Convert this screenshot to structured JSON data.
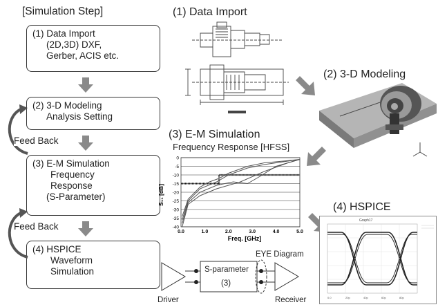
{
  "flow": {
    "header": "[Simulation Step]",
    "steps": [
      {
        "lines": [
          "(1) Data Import",
          "(2D,3D) DXF,",
          "Gerber, ACIS etc."
        ]
      },
      {
        "lines": [
          "(2) 3-D Modeling",
          "Analysis Setting"
        ]
      },
      {
        "lines": [
          "(3) E-M Simulation",
          "Frequency",
          "Response",
          "(S-Parameter)"
        ]
      },
      {
        "lines": [
          "(4) HSPICE",
          "Waveform",
          "Simulation"
        ]
      }
    ],
    "feedback_label": "Feed Back"
  },
  "sections": {
    "data_import": "(1) Data Import",
    "modeling": "(2) 3-D Modeling",
    "em_sim": "(3) E-M Simulation",
    "freq_response": "Frequency Response [HFSS]",
    "hspice": "(4) HSPICE"
  },
  "chart_data": {
    "type": "line",
    "ylabel": "S₁₁ [dB]",
    "xlabel": "Freq. [GHz]",
    "xlim": [
      0,
      5
    ],
    "ylim": [
      -40,
      0
    ],
    "xticks": [
      "0.0",
      "1.0",
      "2.0",
      "3.0",
      "4.0",
      "5.0"
    ],
    "yticks": [
      "0",
      "-5",
      "-10",
      "-15",
      "-20",
      "-25",
      "-30",
      "-35",
      "-40"
    ],
    "series": [
      {
        "x": [
          0.05,
          0.3,
          0.8,
          1.5,
          2.5,
          3.5,
          4.5,
          5.0
        ],
        "y": [
          -40,
          -27,
          -22,
          -18,
          -14,
          -8,
          -3,
          -1
        ]
      },
      {
        "x": [
          0.05,
          0.3,
          0.8,
          1.5,
          2.2,
          2.8,
          3.3,
          4.0,
          5.0
        ],
        "y": [
          -38,
          -26,
          -20,
          -16,
          -14,
          -15,
          -11,
          -5,
          -1
        ]
      },
      {
        "x": [
          0.05,
          0.3,
          0.8,
          1.5,
          2.0,
          2.8,
          3.5,
          4.5,
          5.0
        ],
        "y": [
          -36,
          -25,
          -18,
          -14,
          -10,
          -6,
          -4,
          -2,
          -1
        ]
      },
      {
        "x": [
          0.05,
          0.3,
          0.8,
          1.2,
          1.6,
          2.0,
          2.8,
          3.5,
          4.3,
          5.0
        ],
        "y": [
          -34,
          -24,
          -17,
          -14,
          -12,
          -9,
          -5,
          -3,
          -2,
          -1
        ]
      }
    ],
    "spec_limit": {
      "x": [
        0,
        1.6,
        1.6,
        5.0
      ],
      "y": [
        -15,
        -15,
        -10,
        -10
      ]
    }
  },
  "circuit": {
    "eye_label": "EYE Diagram",
    "block_line1": "S-parameter",
    "block_line2": "(3)",
    "driver": "Driver",
    "receiver": "Receiver"
  },
  "eye": {
    "title": "Graph17"
  }
}
